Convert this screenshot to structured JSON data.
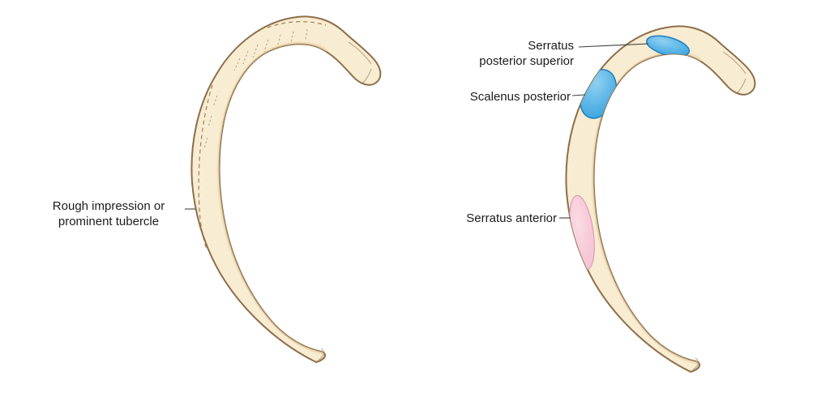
{
  "colors": {
    "background": "#ffffff",
    "bone_fill": "#f8ecd2",
    "bone_shade": "#ecd7ae",
    "bone_outline": "#8d6e4a",
    "blue_light": "#8fd0f2",
    "blue_fill": "#38a3de",
    "blue_outline": "#1f7fbe",
    "pink_light": "#fadbe4",
    "pink_fill": "#f4bfd0",
    "pink_outline": "#dd9cb4",
    "leader_line": "#3f3f3f",
    "text": "#1c1c1c"
  },
  "left_figure": {
    "label": {
      "line1": "Rough impression or",
      "line2": "prominent tubercle"
    }
  },
  "right_figure": {
    "labels": {
      "serratus_posterior_superior": {
        "line1": "Serratus",
        "line2": "posterior superior",
        "area_color": "#38a3de"
      },
      "scalenus_posterior": {
        "text": "Scalenus posterior",
        "area_color": "#38a3de"
      },
      "serratus_anterior": {
        "text": "Serratus anterior",
        "area_color": "#f4bfd0"
      }
    }
  }
}
